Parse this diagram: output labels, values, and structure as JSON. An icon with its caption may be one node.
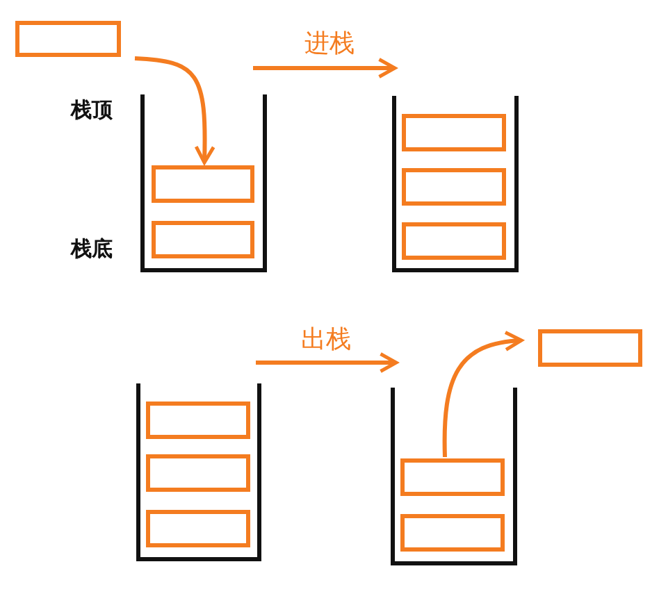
{
  "diagram": {
    "nodes": [
      {
        "text": [],
        "shape": "box"
      },
      {
        "text": [],
        "shape": "container"
      },
      {
        "text": [],
        "shape": "box",
        "in": 1
      },
      {
        "text": [],
        "shape": "box",
        "in": 1
      },
      {
        "text": [],
        "shape": "container"
      },
      {
        "text": [],
        "shape": "box",
        "in": 4
      },
      {
        "text": [],
        "shape": "box",
        "in": 4
      },
      {
        "text": [],
        "shape": "box",
        "in": 4
      },
      {
        "text": [],
        "shape": "container"
      },
      {
        "text": [],
        "shape": "box",
        "in": 8
      },
      {
        "text": [],
        "shape": "box",
        "in": 8
      },
      {
        "text": [],
        "shape": "box",
        "in": 8
      },
      {
        "text": [],
        "shape": "container"
      },
      {
        "text": [],
        "shape": "box",
        "in": 12
      },
      {
        "text": [],
        "shape": "box",
        "in": 12
      },
      {
        "text": [],
        "shape": "box"
      }
    ],
    "edges": [
      {
        "from": 0,
        "to": 2,
        "arrow": "to"
      },
      {
        "from": 1,
        "to": 4,
        "label": "进栈",
        "arrow": "to"
      },
      {
        "from": 8,
        "to": 12,
        "label": "出栈",
        "arrow": "to"
      },
      {
        "from": 13,
        "to": 15,
        "arrow": "to"
      }
    ],
    "labels": [
      "栈顶",
      "栈底"
    ]
  }
}
